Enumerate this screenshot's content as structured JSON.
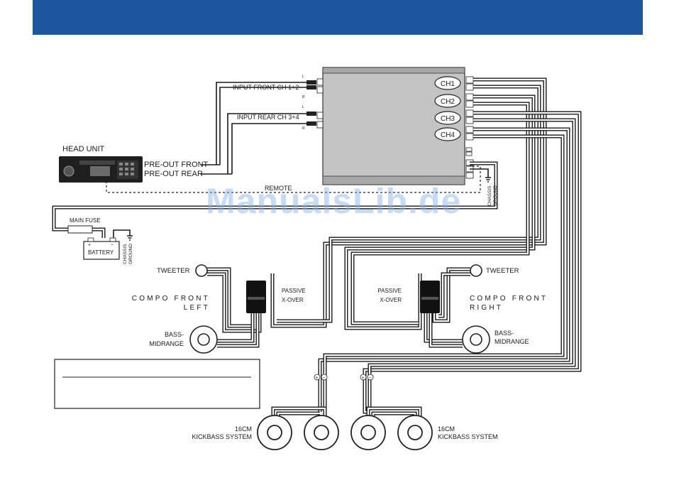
{
  "labels": {
    "head_unit": "HEAD UNIT",
    "pre_out_front": "PRE-OUT FRONT",
    "pre_out_rear": "PRE-OUT REAR",
    "input_front": "INPUT FRONT CH 1+2",
    "input_rear": "INPUT REAR CH 3+4",
    "remote": "REMOTE",
    "main_fuse": "MAIN FUSE",
    "battery": "BATTERY",
    "chassis": "CHASSIS",
    "ground": "GROUND",
    "tweeter": "TWEETER",
    "compo_front": "COMPO FRONT",
    "left": "LEFT",
    "right": "RIGHT",
    "passive": "PASSIVE",
    "xover": "X-OVER",
    "bass": "BASS-",
    "midrange": "MIDRANGE",
    "kick_16cm": "16CM",
    "kickbass_system": "KICKBASS SYSTEM",
    "plus": "+",
    "minus": "−",
    "l": "L",
    "r": "R"
  },
  "channels": [
    "CH1",
    "CH2",
    "CH3",
    "CH4"
  ],
  "watermark": "ManualsLib.de",
  "colors": {
    "header": "#1d569f",
    "amp_body": "#c4c4c4",
    "line": "#1a1a1a"
  }
}
